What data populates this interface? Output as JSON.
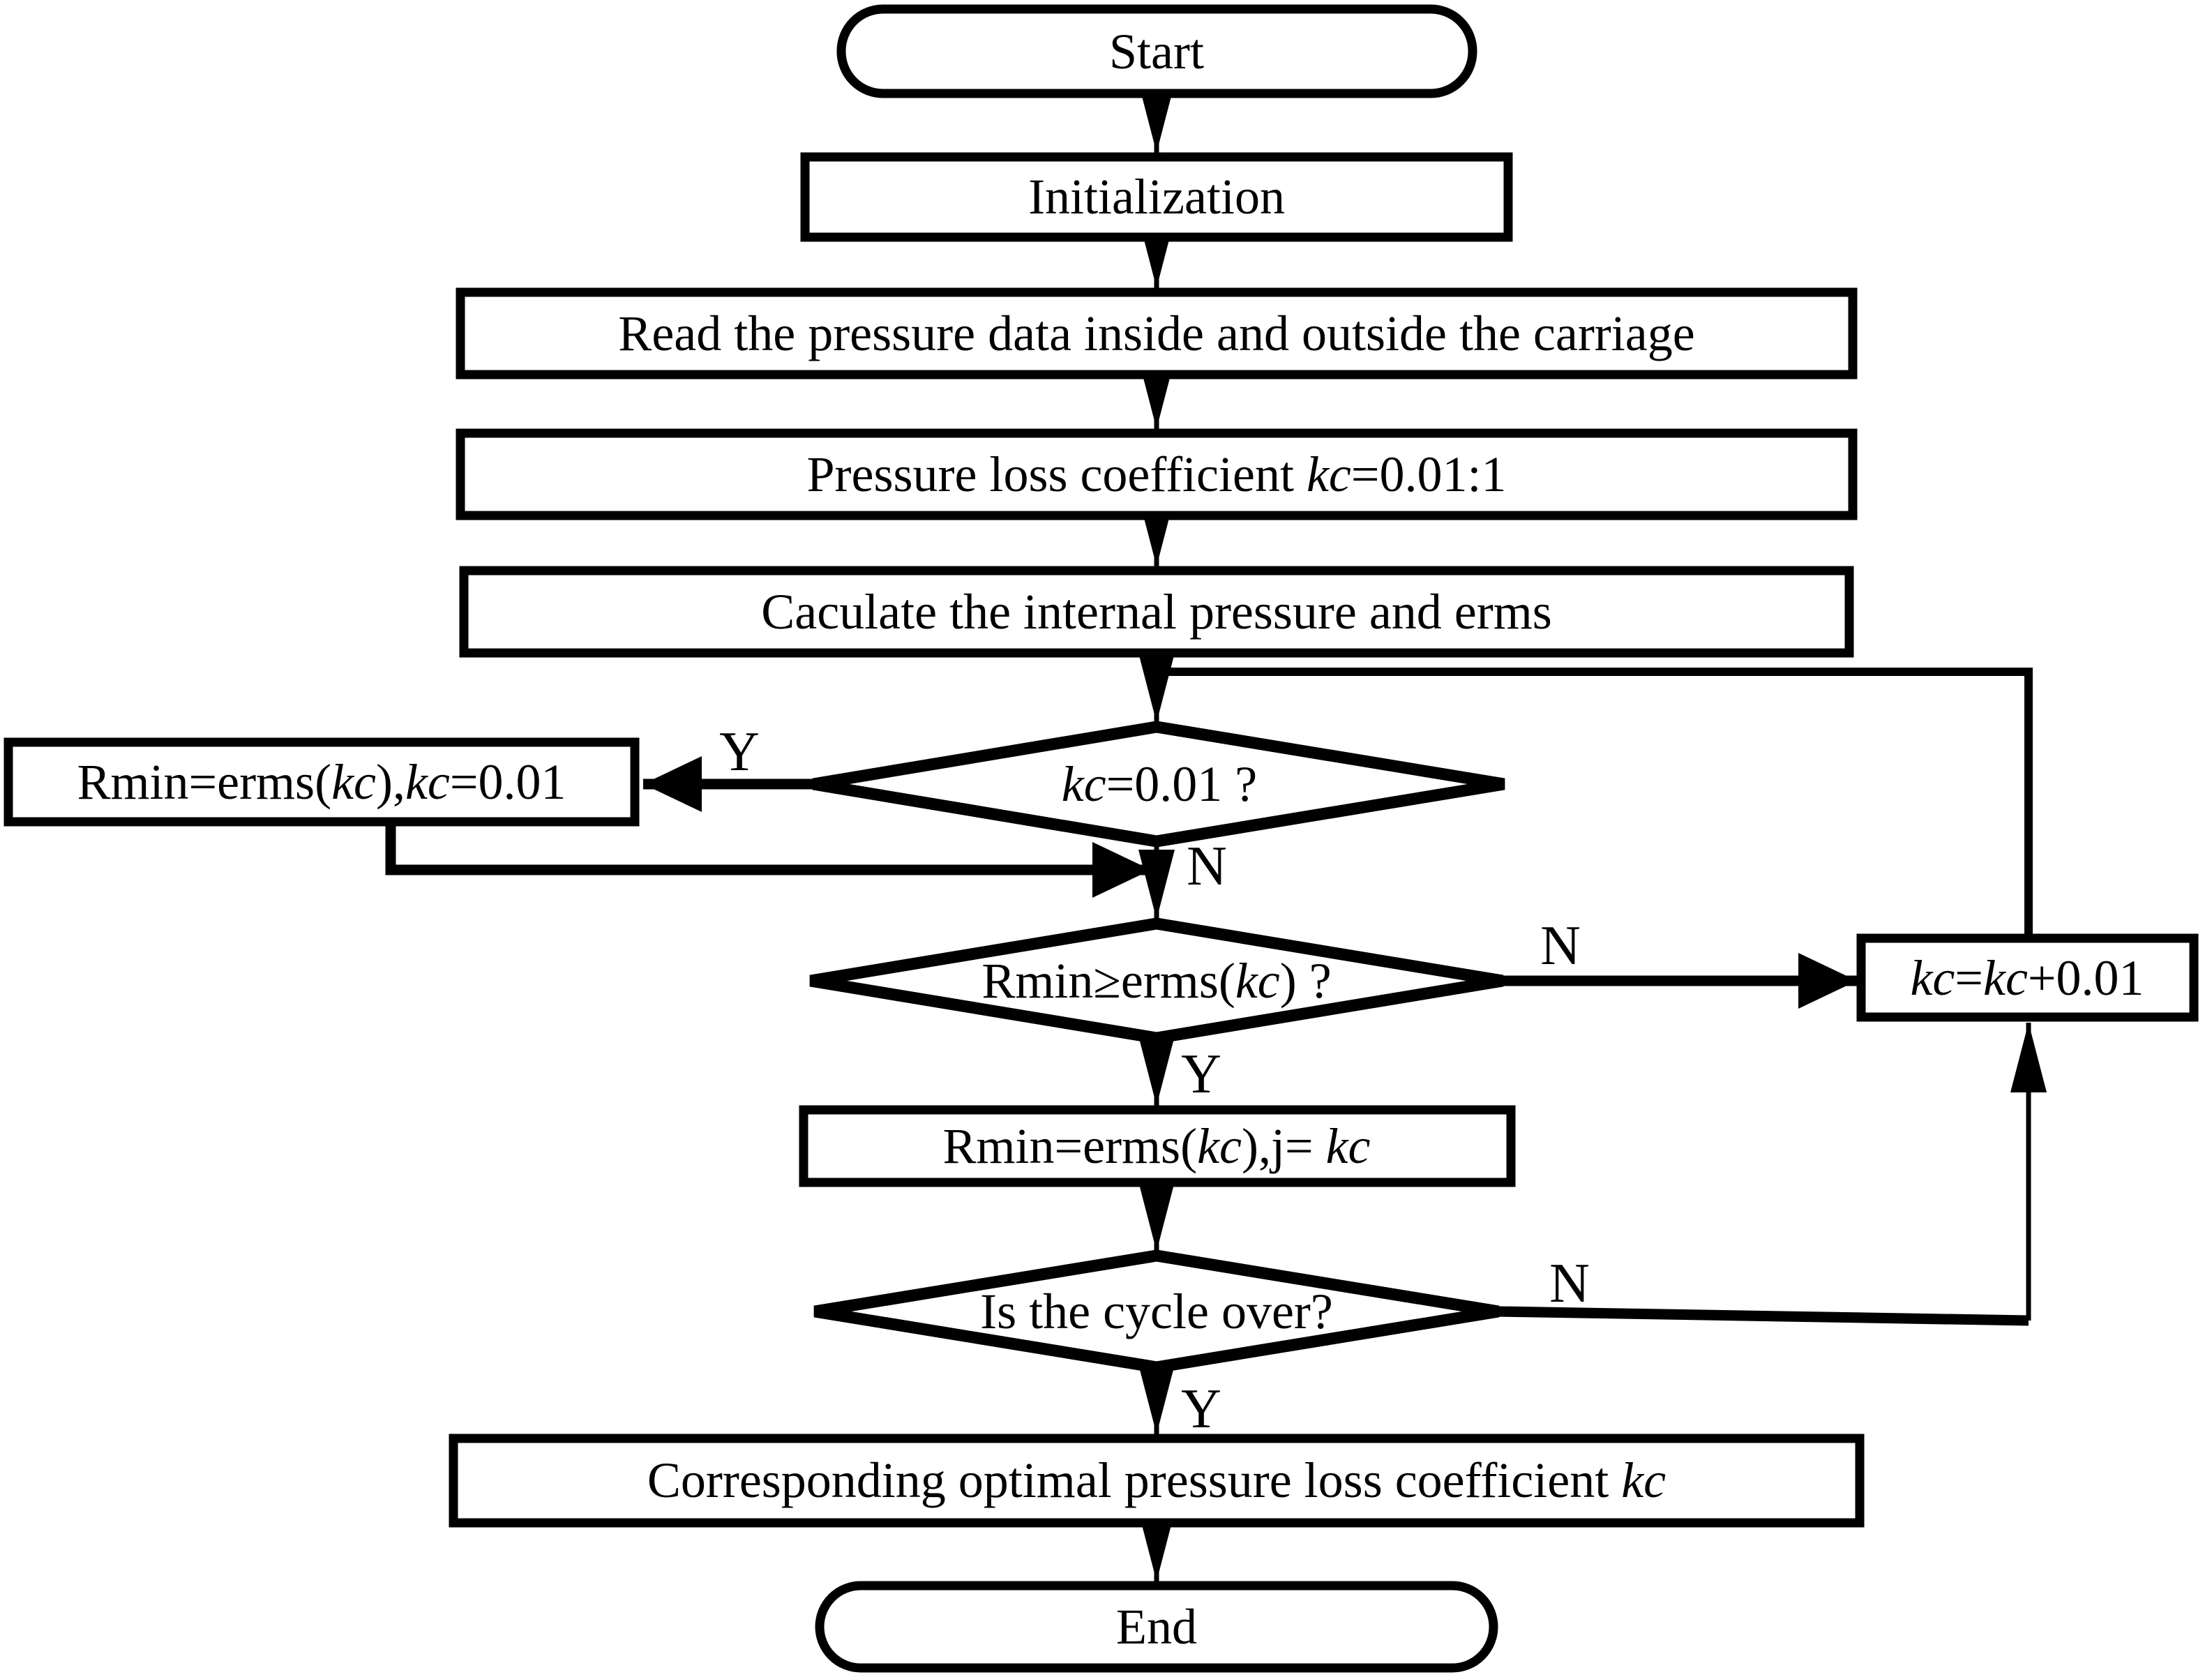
{
  "diagram_type": "flowchart",
  "colors": {
    "line": "#000000",
    "fill": "#ffffff",
    "text": "#000000"
  },
  "nodes": {
    "start": {
      "type": "terminator",
      "label": "Start"
    },
    "initialization": {
      "type": "process",
      "label": "Initialization"
    },
    "read_data": {
      "type": "process",
      "label": "Read the pressure data inside and outside the carriage"
    },
    "set_kc": {
      "type": "process",
      "t1": "Pressure loss coefficient ",
      "kc1": "kc",
      "t2": "=0.01:1"
    },
    "calculate": {
      "type": "process",
      "label": "Caculate the internal pressure and erms"
    },
    "decision_kc_first": {
      "type": "decision",
      "kc1": "kc",
      "t1": "=0.01 ?"
    },
    "init_rmin": {
      "type": "process",
      "t1": "Rmin=erms(",
      "kc1": "kc",
      "t2": "),",
      "kc2": "kc",
      "t3": "=0.01"
    },
    "decision_rmin": {
      "type": "decision",
      "t1": "Rmin≥erms(",
      "kc1": "kc",
      "t2": ") ?"
    },
    "increment_kc": {
      "type": "process",
      "kc1": "kc",
      "t1": "=",
      "kc2": "kc",
      "t2": "+0.01"
    },
    "update_rmin": {
      "type": "process",
      "t1": "Rmin=erms(",
      "kc1": "kc",
      "t2": "),j= ",
      "kc2": "kc"
    },
    "decision_cycle": {
      "type": "decision",
      "label": "Is the cycle over?"
    },
    "output": {
      "type": "process",
      "t1": "Corresponding optimal pressure loss coefficient ",
      "kc1": "kc"
    },
    "end": {
      "type": "terminator",
      "label": "End"
    }
  },
  "edges": [
    {
      "from": "start",
      "to": "initialization"
    },
    {
      "from": "initialization",
      "to": "read_data"
    },
    {
      "from": "read_data",
      "to": "set_kc"
    },
    {
      "from": "set_kc",
      "to": "calculate"
    },
    {
      "from": "calculate",
      "to": "decision_kc_first"
    },
    {
      "from": "decision_kc_first",
      "to": "init_rmin",
      "label": "Y"
    },
    {
      "from": "decision_kc_first",
      "to": "decision_rmin",
      "label": "N"
    },
    {
      "from": "init_rmin",
      "to": "decision_rmin"
    },
    {
      "from": "decision_rmin",
      "to": "increment_kc",
      "label": "N"
    },
    {
      "from": "decision_rmin",
      "to": "update_rmin",
      "label": "Y"
    },
    {
      "from": "update_rmin",
      "to": "decision_cycle"
    },
    {
      "from": "decision_cycle",
      "to": "increment_kc",
      "label": "N"
    },
    {
      "from": "decision_cycle",
      "to": "output",
      "label": "Y"
    },
    {
      "from": "increment_kc",
      "to": "decision_kc_first"
    },
    {
      "from": "output",
      "to": "end"
    }
  ]
}
